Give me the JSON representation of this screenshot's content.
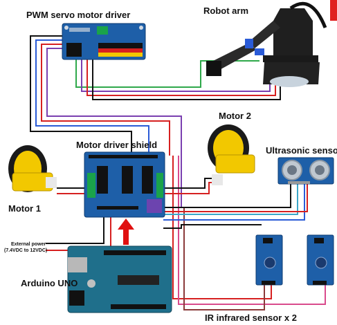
{
  "labels": {
    "pwm_driver": "PWM servo motor driver",
    "robot_arm": "Robot arm",
    "motor2": "Motor 2",
    "motor_shield": "Motor driver shield",
    "ultrasonic": "Ultrasonic senso",
    "motor1": "Motor 1",
    "external_power_line1": "External power",
    "external_power_line2": "(7.4VDC to 12VDC)",
    "arduino": "Arduino UNO",
    "ir_sensor": "IR infrared sensor x 2"
  },
  "colors": {
    "board_blue": "#1e5fa8",
    "arduino_teal": "#1f6f8b",
    "wheel_yellow": "#f2c800",
    "tire_black": "#1a1a1a",
    "wire_red": "#d62020",
    "wire_purple": "#7a3fb0",
    "wire_green": "#2ea84a",
    "wire_blue": "#2a5bd7",
    "wire_black": "#111111",
    "wire_pink": "#d94a8c",
    "wire_cyan": "#3aa6c9",
    "arrow_red": "#e01010"
  }
}
